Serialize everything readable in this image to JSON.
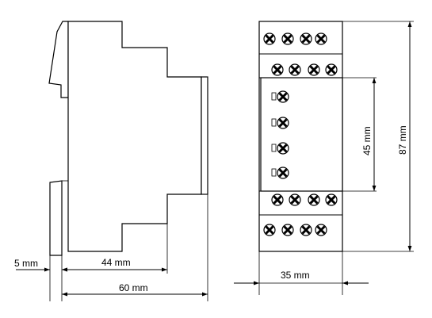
{
  "dimensions": {
    "din_rail_offset": "5 mm",
    "side_depth_front": "44 mm",
    "side_depth_total": "60 mm",
    "front_width": "35 mm",
    "window_height": "45 mm",
    "total_height": "87 mm"
  },
  "front_view": {
    "terminal_rows": [
      {
        "count": 4
      },
      {
        "count": 4
      },
      {
        "count": 4
      },
      {
        "count": 4
      }
    ],
    "indicator_rows": 4
  },
  "colors": {
    "outline": "#000000",
    "background": "#ffffff"
  },
  "icons": {
    "terminal": "screw-terminal-icon",
    "indicator": "led-indicator-icon"
  }
}
